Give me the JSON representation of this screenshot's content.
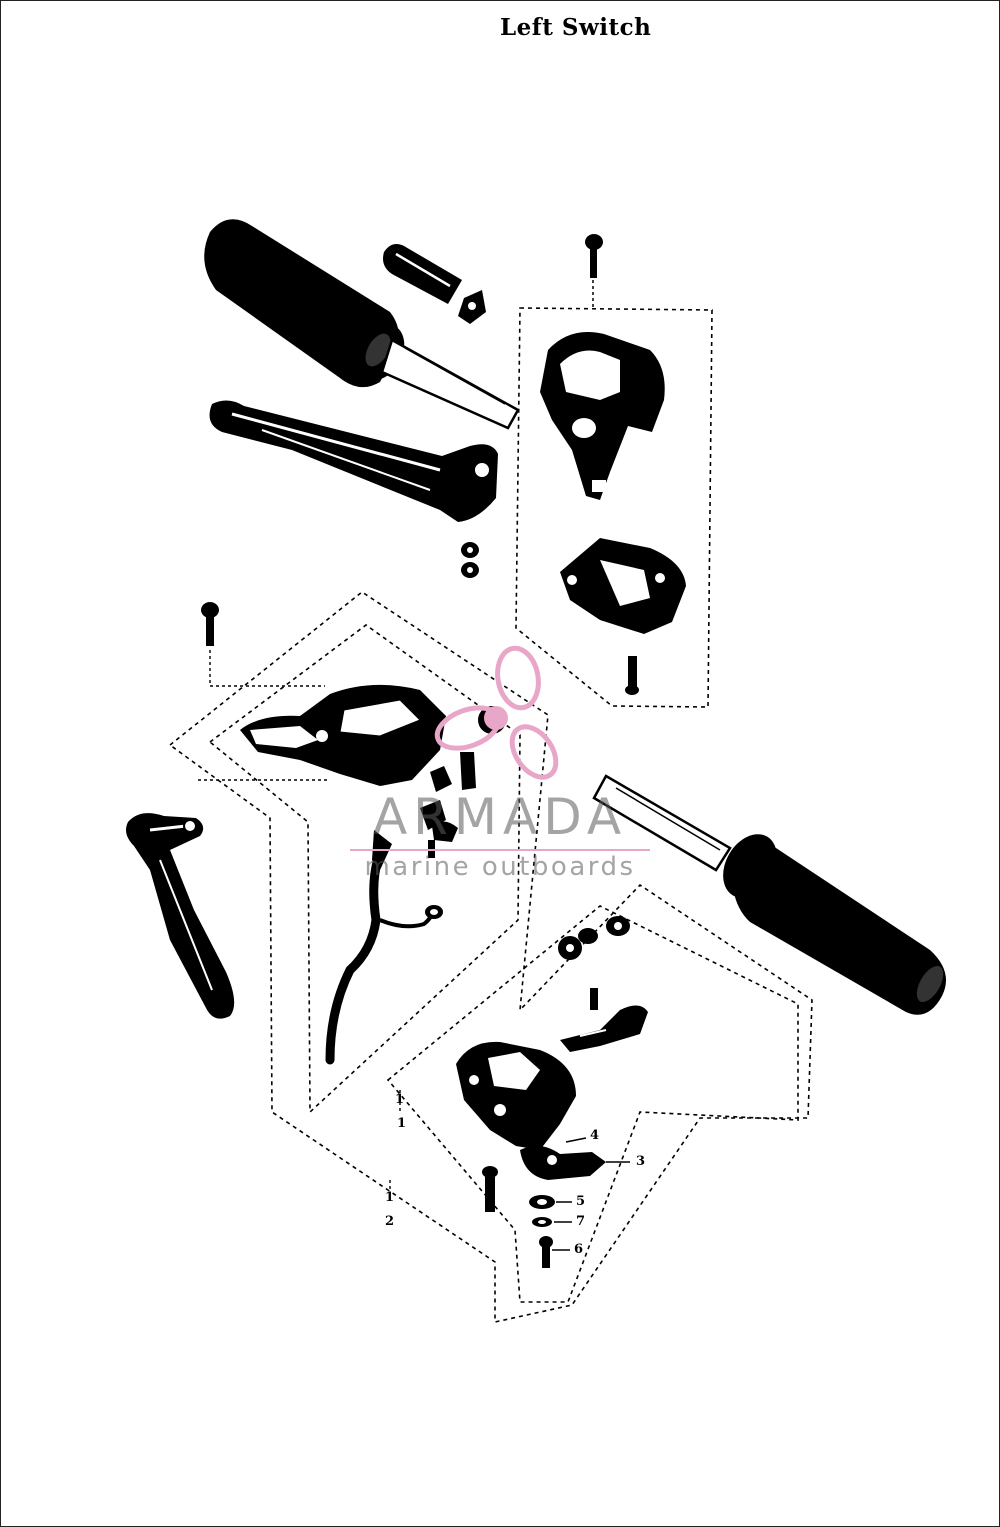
{
  "title": "Left Switch",
  "callouts": {
    "c1_upper": "1",
    "c1_mid": "1",
    "c1_lower": "1",
    "c2": "2",
    "c3": "3",
    "c4": "4",
    "c5": "5",
    "c6": "6",
    "c7": "7"
  },
  "watermark": {
    "name": "ARMADA",
    "tagline": "marine outboards",
    "logo_color": "#e8a7c8"
  }
}
